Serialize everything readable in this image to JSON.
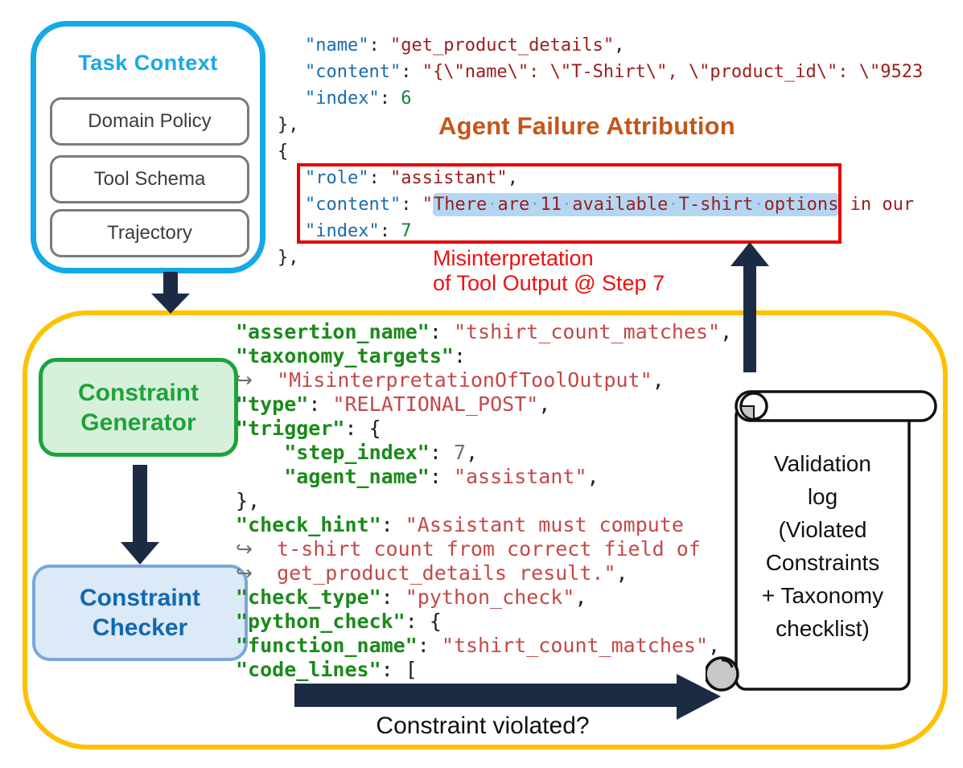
{
  "colors": {
    "cyan": "#14A9E9",
    "yellow": "#FFC000",
    "navy": "#1B2B44",
    "gray_border": "#7A7A7A",
    "green_border": "#1EA33C",
    "green_fill": "#D7F0DB",
    "green_text": "#1FA23A",
    "blue_border": "#78A7DC",
    "blue_fill": "#DCE9F7",
    "blue_text": "#1168B1",
    "orange_title": "#C2571B",
    "red": "#F00F0F",
    "red_box": "#E60000",
    "highlight_bg": "#B3D7F3",
    "code_key_blue": "#1A6BB0",
    "code_str_dark": "#9A1D1D",
    "code_num_green": "#12823B",
    "code_key_green": "#1B8A1B",
    "code_str_red": "#C44848",
    "scroll_gray": "#C8C8C8"
  },
  "title": "Agent Failure Attribution",
  "task_context": {
    "title": "Task Context",
    "items": [
      "Domain Policy",
      "Tool Schema",
      "Trajectory"
    ]
  },
  "trajectory_json": {
    "lines": [
      {
        "ind": 1,
        "tokens": [
          {
            "c": "key-blue",
            "t": "\"name\""
          },
          {
            "c": "punct",
            "t": ": "
          },
          {
            "c": "str-dark",
            "t": "\"get_product_details\""
          },
          {
            "c": "punct",
            "t": ","
          }
        ]
      },
      {
        "ind": 1,
        "tokens": [
          {
            "c": "key-blue",
            "t": "\"content\""
          },
          {
            "c": "punct",
            "t": ": "
          },
          {
            "c": "str-dark",
            "t": "\"{\\\"name\\\": \\\"T-Shirt\\\", \\\"product_id\\\": \\\"9523"
          }
        ]
      },
      {
        "ind": 1,
        "tokens": [
          {
            "c": "key-blue",
            "t": "\"index\""
          },
          {
            "c": "punct",
            "t": ": "
          },
          {
            "c": "num-green",
            "t": "6"
          }
        ]
      },
      {
        "ind": 0,
        "tokens": [
          {
            "c": "punct",
            "t": "},"
          }
        ]
      },
      {
        "ind": 0,
        "tokens": [
          {
            "c": "punct",
            "t": "{"
          }
        ]
      },
      {
        "ind": 1,
        "tokens": [
          {
            "c": "key-blue",
            "t": "\"role\""
          },
          {
            "c": "punct",
            "t": ": "
          },
          {
            "c": "str-dark",
            "t": "\"assistant\""
          },
          {
            "c": "punct",
            "t": ","
          }
        ]
      },
      {
        "ind": 1,
        "tokens": [
          {
            "c": "key-blue",
            "t": "\"content\""
          },
          {
            "c": "punct",
            "t": ": "
          },
          {
            "c": "str-dark",
            "t": "\""
          },
          {
            "c": "highlight",
            "t": "There are 11 available T-shirt options"
          },
          {
            "c": "str-dark",
            "t": " in our"
          }
        ]
      },
      {
        "ind": 1,
        "tokens": [
          {
            "c": "key-blue",
            "t": "\"index\""
          },
          {
            "c": "punct",
            "t": ": "
          },
          {
            "c": "num-green",
            "t": "7"
          }
        ]
      },
      {
        "ind": 0,
        "tokens": [
          {
            "c": "punct",
            "t": "},"
          }
        ]
      }
    ]
  },
  "failure_label": {
    "lines": [
      "Misinterpretation",
      "of Tool Output @ Step 7"
    ]
  },
  "constraint_json": {
    "lines": [
      {
        "tokens": [
          {
            "c": "key-green",
            "t": "\"assertion_name\""
          },
          {
            "c": "punct",
            "t": ": "
          },
          {
            "c": "str-red",
            "t": "\"tshirt_count_matches\""
          },
          {
            "c": "punct",
            "t": ","
          }
        ]
      },
      {
        "tokens": [
          {
            "c": "key-green",
            "t": "\"taxonomy_targets\""
          },
          {
            "c": "punct",
            "t": ":"
          }
        ]
      },
      {
        "tokens": [
          {
            "c": "arrow",
            "t": "↪"
          },
          {
            "c": "punct",
            "t": "  "
          },
          {
            "c": "str-red",
            "t": "\"MisinterpretationOfToolOutput\""
          },
          {
            "c": "punct",
            "t": ","
          }
        ]
      },
      {
        "tokens": [
          {
            "c": "key-green",
            "t": "\"type\""
          },
          {
            "c": "punct",
            "t": ": "
          },
          {
            "c": "str-red",
            "t": "\"RELATIONAL_POST\""
          },
          {
            "c": "punct",
            "t": ","
          }
        ]
      },
      {
        "tokens": [
          {
            "c": "key-green",
            "t": "\"trigger\""
          },
          {
            "c": "punct",
            "t": ": {"
          }
        ]
      },
      {
        "tokens": [
          {
            "c": "punct",
            "t": "    "
          },
          {
            "c": "key-green",
            "t": "\"step_index\""
          },
          {
            "c": "punct",
            "t": ": "
          },
          {
            "c": "num-gray",
            "t": "7"
          },
          {
            "c": "punct",
            "t": ","
          }
        ]
      },
      {
        "tokens": [
          {
            "c": "punct",
            "t": "    "
          },
          {
            "c": "key-green",
            "t": "\"agent_name\""
          },
          {
            "c": "punct",
            "t": ": "
          },
          {
            "c": "str-red",
            "t": "\"assistant\""
          },
          {
            "c": "punct",
            "t": ","
          }
        ]
      },
      {
        "tokens": [
          {
            "c": "punct",
            "t": "},"
          }
        ]
      },
      {
        "tokens": [
          {
            "c": "key-green",
            "t": "\"check_hint\""
          },
          {
            "c": "punct",
            "t": ": "
          },
          {
            "c": "str-red",
            "t": "\"Assistant must compute"
          }
        ]
      },
      {
        "tokens": [
          {
            "c": "arrow",
            "t": "↪"
          },
          {
            "c": "punct",
            "t": "  "
          },
          {
            "c": "str-red",
            "t": "t-shirt count from correct field of"
          }
        ]
      },
      {
        "tokens": [
          {
            "c": "arrow",
            "t": "↪"
          },
          {
            "c": "punct",
            "t": "  "
          },
          {
            "c": "str-red",
            "t": "get_product_details result.\""
          },
          {
            "c": "punct",
            "t": ","
          }
        ]
      },
      {
        "tokens": [
          {
            "c": "key-green",
            "t": "\"check_type\""
          },
          {
            "c": "punct",
            "t": ": "
          },
          {
            "c": "str-red",
            "t": "\"python_check\""
          },
          {
            "c": "punct",
            "t": ","
          }
        ]
      },
      {
        "tokens": [
          {
            "c": "key-green",
            "t": "\"python_check\""
          },
          {
            "c": "punct",
            "t": ": {"
          }
        ]
      },
      {
        "tokens": [
          {
            "c": "key-green",
            "t": "\"function_name\""
          },
          {
            "c": "punct",
            "t": ": "
          },
          {
            "c": "str-red",
            "t": "\"tshirt_count_matches\""
          },
          {
            "c": "punct",
            "t": ","
          }
        ]
      },
      {
        "tokens": [
          {
            "c": "key-green",
            "t": "\"code_lines\""
          },
          {
            "c": "punct",
            "t": ": ["
          }
        ]
      }
    ]
  },
  "pipeline": {
    "generator": {
      "lines": [
        "Constraint",
        "Generator"
      ]
    },
    "checker": {
      "lines": [
        "Constraint",
        "Checker"
      ]
    },
    "question": "Constraint violated?"
  },
  "validation_log": {
    "lines": [
      "Validation",
      "log",
      "(Violated",
      "Constraints",
      "+ Taxonomy",
      "checklist)"
    ]
  }
}
